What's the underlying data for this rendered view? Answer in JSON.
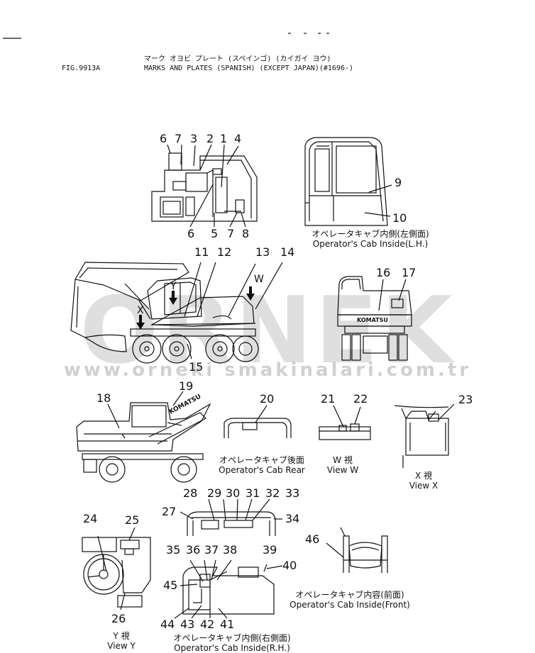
{
  "header": {
    "fig": "FIG.9913A",
    "title_jp": "マーク オヨビ プレート (スペインゴ) (カイガイ ヨウ)",
    "title_en": "MARKS AND PLATES (SPANISH) (EXCEPT JAPAN)(#1696-)"
  },
  "captions": {
    "cab_lh_jp": "オペレータキャブ内側(左側面)",
    "cab_lh_en": "Operator's Cab Inside(L.H.)",
    "cab_rear_jp": "オペレータキャブ後面",
    "cab_rear_en": "Operator's Cab Rear",
    "view_w_jp": "W 視",
    "view_w_en": "View W",
    "view_x_jp": "X 視",
    "view_x_en": "View X",
    "cab_front_jp": "オペレータキャブ内容(前面)",
    "cab_front_en": "Operator's Cab Inside(Front)",
    "view_y_jp": "Y 視",
    "view_y_en": "View Y",
    "cab_rh_jp": "オペレータキャブ内側(右側面)",
    "cab_rh_en": "Operator's Cab Inside(R.H.)"
  },
  "view_letters": {
    "y": "Y",
    "x": "X",
    "w": "W"
  },
  "machine_text": {
    "brand": "KOMATSU"
  },
  "watermark": {
    "text": "ORNEK",
    "url": "www.orneki smakinalari.com.tr"
  },
  "callouts": {
    "n1": "1",
    "n2": "2",
    "n3": "3",
    "n4": "4",
    "n5": "5",
    "n6a": "6",
    "n6b": "6",
    "n7a": "7",
    "n7b": "7",
    "n8": "8",
    "n9": "9",
    "n10": "10",
    "n11": "11",
    "n12": "12",
    "n13": "13",
    "n14": "14",
    "n15": "15",
    "n16": "16",
    "n17": "17",
    "n18": "18",
    "n19": "19",
    "n20": "20",
    "n21": "21",
    "n22": "22",
    "n23": "23",
    "n24": "24",
    "n25": "25",
    "n26": "26",
    "n27": "27",
    "n28": "28",
    "n29": "29",
    "n30": "30",
    "n31": "31",
    "n32": "32",
    "n33": "33",
    "n34": "34",
    "n35": "35",
    "n36": "36",
    "n37": "37",
    "n38": "38",
    "n39": "39",
    "n40": "40",
    "n41": "41",
    "n42": "42",
    "n43": "43",
    "n44": "44",
    "n45": "45",
    "n46": "46"
  }
}
